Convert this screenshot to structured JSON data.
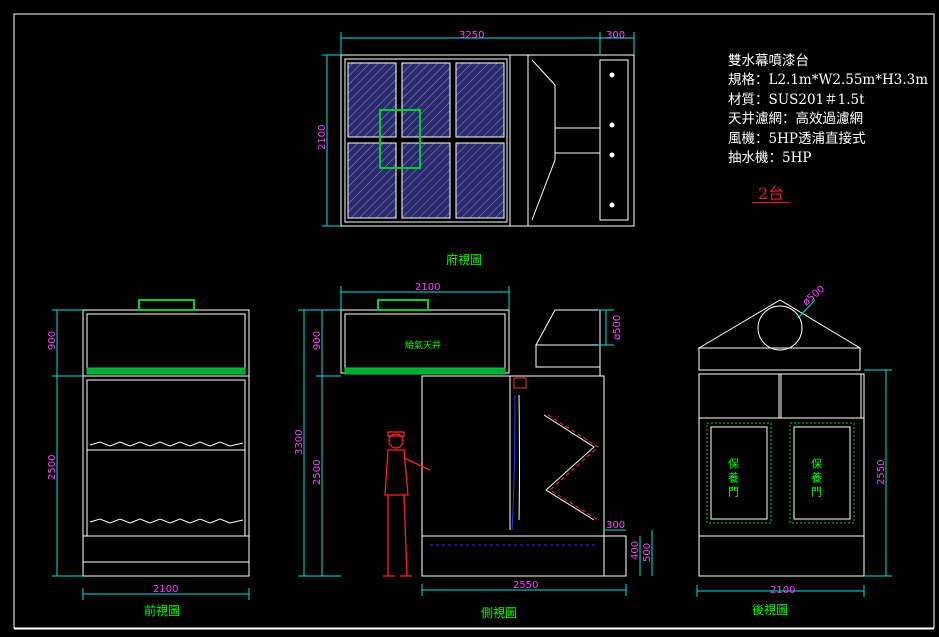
{
  "spec": {
    "title": "雙水幕噴漆台",
    "lines": [
      "規格：L2.1m*W2.55m*H3.3m",
      "材質：SUS201＃1.5t",
      "天井濾網：高效過濾網",
      "風機：5HP透浦直接式",
      "抽水機：5HP"
    ]
  },
  "quantity": "2台",
  "views": {
    "top": "府視圖",
    "front": "前視圖",
    "side": "側視圖",
    "rear": "後視圖"
  },
  "dimensions": {
    "top_length": "3250",
    "top_side": "300",
    "top_depth": "2100",
    "front_width": "2100",
    "front_top": "900",
    "front_body": "2500",
    "side_top_width": "2100",
    "side_top": "900",
    "side_total": "3300",
    "side_body": "2500",
    "side_width": "2550",
    "side_step": "300",
    "side_400": "400",
    "side_500": "500",
    "duct_dia": "ø500",
    "duct_dia2": "ø500",
    "rear_width": "2100",
    "rear_height": "2550"
  },
  "labels": {
    "ceiling_air": "給氣天井",
    "maintenance_door": "保養門"
  },
  "colors": {
    "line": "#ffffff",
    "dim": "#00e0e0",
    "dim_text": "#ff40ff",
    "view_label": "#00ff00",
    "filter": "#00cc33",
    "person": "#ff2020",
    "blue": "#3030ff",
    "hatch_bg": "#2a2a66",
    "hatch_line": "#8888ff"
  }
}
